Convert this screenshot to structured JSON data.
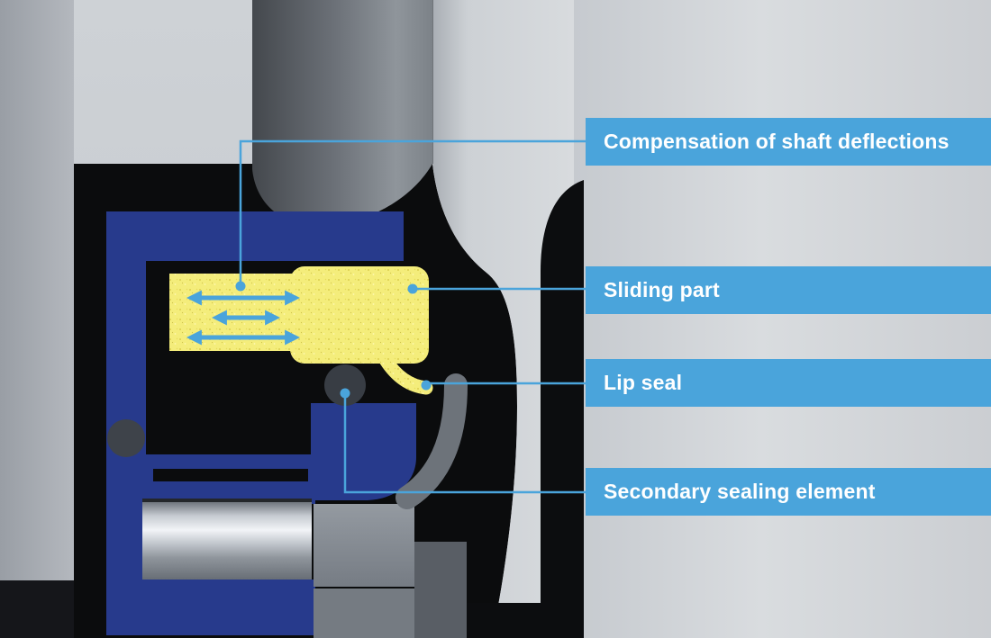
{
  "diagram": {
    "labels": [
      {
        "text": "Compensation of shaft deflections"
      },
      {
        "text": "Sliding part"
      },
      {
        "text": "Lip seal"
      },
      {
        "text": "Secondary sealing element"
      }
    ],
    "colors": {
      "label_background": "#4aa4db",
      "label_text": "#ffffff",
      "leader_line_blue": "#4aa4db",
      "arrow_blue": "#4aa4db",
      "housing_blue": "#273a8c",
      "sliding_part_yellow": "#f4ed7b",
      "cavity_black": "#0b0c0d"
    }
  }
}
